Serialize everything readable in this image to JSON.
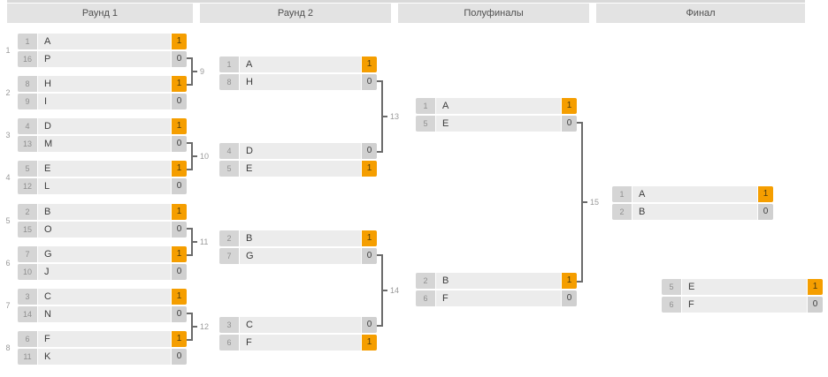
{
  "header": {
    "columns": [
      {
        "label": "Раунд 1"
      },
      {
        "label": "Раунд 2"
      },
      {
        "label": "Полуфиналы"
      },
      {
        "label": "Финал"
      }
    ]
  },
  "colors": {
    "winner_bg": "#F59E00",
    "loser_bg": "#D0D0D0",
    "row_bg": "#ECECEC",
    "seed_bg": "#D5D5D5",
    "header_bg": "#E3E3E3",
    "connector": "#6B6B6B"
  },
  "rounds": [
    {
      "name": "round-1",
      "matches": [
        {
          "number": "1",
          "teams": [
            {
              "seed": "1",
              "name": "A",
              "score": "1",
              "winner": true
            },
            {
              "seed": "16",
              "name": "P",
              "score": "0",
              "winner": false
            }
          ]
        },
        {
          "number": "2",
          "teams": [
            {
              "seed": "8",
              "name": "H",
              "score": "1",
              "winner": true
            },
            {
              "seed": "9",
              "name": "I",
              "score": "0",
              "winner": false
            }
          ]
        },
        {
          "number": "3",
          "teams": [
            {
              "seed": "4",
              "name": "D",
              "score": "1",
              "winner": true
            },
            {
              "seed": "13",
              "name": "M",
              "score": "0",
              "winner": false
            }
          ]
        },
        {
          "number": "4",
          "teams": [
            {
              "seed": "5",
              "name": "E",
              "score": "1",
              "winner": true
            },
            {
              "seed": "12",
              "name": "L",
              "score": "0",
              "winner": false
            }
          ]
        },
        {
          "number": "5",
          "teams": [
            {
              "seed": "2",
              "name": "B",
              "score": "1",
              "winner": true
            },
            {
              "seed": "15",
              "name": "O",
              "score": "0",
              "winner": false
            }
          ]
        },
        {
          "number": "6",
          "teams": [
            {
              "seed": "7",
              "name": "G",
              "score": "1",
              "winner": true
            },
            {
              "seed": "10",
              "name": "J",
              "score": "0",
              "winner": false
            }
          ]
        },
        {
          "number": "7",
          "teams": [
            {
              "seed": "3",
              "name": "C",
              "score": "1",
              "winner": true
            },
            {
              "seed": "14",
              "name": "N",
              "score": "0",
              "winner": false
            }
          ]
        },
        {
          "number": "8",
          "teams": [
            {
              "seed": "6",
              "name": "F",
              "score": "1",
              "winner": true
            },
            {
              "seed": "11",
              "name": "K",
              "score": "0",
              "winner": false
            }
          ]
        }
      ]
    },
    {
      "name": "round-2",
      "matches": [
        {
          "number": "9",
          "teams": [
            {
              "seed": "1",
              "name": "A",
              "score": "1",
              "winner": true
            },
            {
              "seed": "8",
              "name": "H",
              "score": "0",
              "winner": false
            }
          ]
        },
        {
          "number": "10",
          "teams": [
            {
              "seed": "4",
              "name": "D",
              "score": "0",
              "winner": false
            },
            {
              "seed": "5",
              "name": "E",
              "score": "1",
              "winner": true
            }
          ]
        },
        {
          "number": "11",
          "teams": [
            {
              "seed": "2",
              "name": "B",
              "score": "1",
              "winner": true
            },
            {
              "seed": "7",
              "name": "G",
              "score": "0",
              "winner": false
            }
          ]
        },
        {
          "number": "12",
          "teams": [
            {
              "seed": "3",
              "name": "C",
              "score": "0",
              "winner": false
            },
            {
              "seed": "6",
              "name": "F",
              "score": "1",
              "winner": true
            }
          ]
        }
      ]
    },
    {
      "name": "semifinals",
      "matches": [
        {
          "number": "13",
          "teams": [
            {
              "seed": "1",
              "name": "A",
              "score": "1",
              "winner": true
            },
            {
              "seed": "5",
              "name": "E",
              "score": "0",
              "winner": false
            }
          ]
        },
        {
          "number": "14",
          "teams": [
            {
              "seed": "2",
              "name": "B",
              "score": "1",
              "winner": true
            },
            {
              "seed": "6",
              "name": "F",
              "score": "0",
              "winner": false
            }
          ]
        }
      ]
    },
    {
      "name": "final",
      "matches": [
        {
          "number": "15",
          "teams": [
            {
              "seed": "1",
              "name": "A",
              "score": "1",
              "winner": true
            },
            {
              "seed": "2",
              "name": "B",
              "score": "0",
              "winner": false
            }
          ]
        }
      ]
    },
    {
      "name": "third-place",
      "matches": [
        {
          "teams": [
            {
              "seed": "5",
              "name": "E",
              "score": "1",
              "winner": true
            },
            {
              "seed": "6",
              "name": "F",
              "score": "0",
              "winner": false
            }
          ]
        }
      ]
    }
  ]
}
